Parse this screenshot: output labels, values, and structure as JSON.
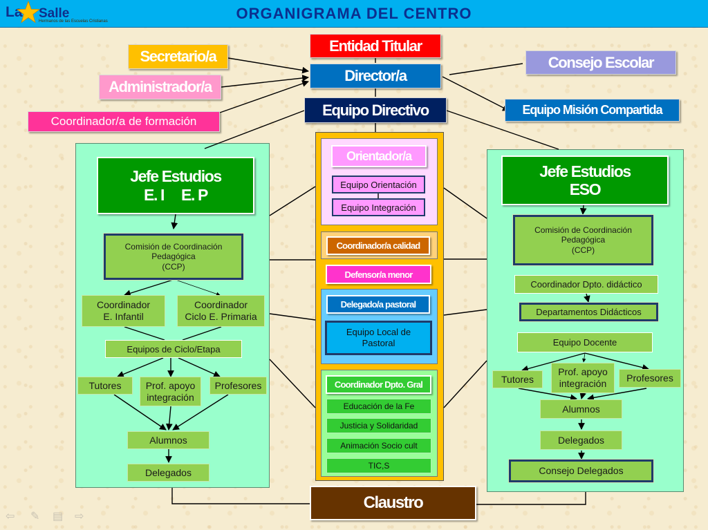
{
  "logo": {
    "la": "La",
    "salle": "Salle",
    "sub": "Hermanos de las Escuelas Cristianas"
  },
  "header": {
    "title": "ORGANIGRAMA DEL CENTRO"
  },
  "top": {
    "entidad": "Entidad Titular",
    "director": "Director/a",
    "equipo_directivo": "Equipo Directivo",
    "secretario": "Secretario/a",
    "administrador": "Administrador/a",
    "coord_formacion": "Coordinador/a de formación",
    "consejo": "Consejo Escolar",
    "mision": "Equipo Misión Compartida"
  },
  "left": {
    "jefe_line1": "Jefe Estudios",
    "jefe_line2": "E. I     E. P",
    "ccp_l1": "Comisión de Coordinación",
    "ccp_l2": "Pedagógica",
    "ccp_l3": "(CCP)",
    "coord_inf_l1": "Coordinador",
    "coord_inf_l2": "E. Infantil",
    "coord_pri_l1": "Coordinador",
    "coord_pri_l2": "Ciclo E. Primaria",
    "equipos": "Equipos de Ciclo/Etapa",
    "tutores": "Tutores",
    "prof_apoyo_l1": "Prof. apoyo",
    "prof_apoyo_l2": "integración",
    "profesores": "Profesores",
    "alumnos": "Alumnos",
    "delegados": "Delegados"
  },
  "center": {
    "orientador": "Orientador/a",
    "eq_orientacion": "Equipo Orientación",
    "eq_integracion": "Equipo Integración",
    "coord_calidad": "Coordinador/a calidad",
    "defensor": "Defensor/a menor",
    "delegado_pastoral": "Delegado/a pastoral",
    "eq_local_l1": "Equipo Local de",
    "eq_local_l2": "Pastoral",
    "coord_dpto": "Coordinador Dpto. Gral",
    "items": [
      "Educación de la Fe",
      "Justicia y Solidaridad",
      "Animación Socio cult",
      "TIC,S"
    ]
  },
  "right": {
    "jefe_line1": "Jefe Estudios",
    "jefe_line2": "ESO",
    "ccp_l1": "Comisión de Coordinación",
    "ccp_l2": "Pedagógica",
    "ccp_l3": "(CCP)",
    "coord_dpto": "Coordinador  Dpto. didáctico",
    "departamentos": "Departamentos Didácticos",
    "equipo_docente": "Equipo Docente",
    "tutores": "Tutores",
    "prof_apoyo_l1": "Prof. apoyo",
    "prof_apoyo_l2": "integración",
    "profesores": "Profesores",
    "alumnos": "Alumnos",
    "delegados": "Delegados",
    "consejo_delegados": "Consejo Delegados"
  },
  "bottom": {
    "claustro": "Claustro"
  },
  "nav_icons": [
    "back-arrow-icon",
    "pen-icon",
    "menu-icon",
    "forward-arrow-icon"
  ],
  "colors": {
    "header": "#00b0f0",
    "title": "#0c2f8e",
    "entidad": "#ff0000",
    "director": "#0070c0",
    "equipo_directivo": "#002060",
    "secretario": "#ffc000",
    "administrador": "#ff99cc",
    "coord_formacion": "#ff3399",
    "consejo": "#9999dd",
    "mision": "#0070c0",
    "jefe": "#009900",
    "panel": "#99ffcc",
    "lime": "#92d050",
    "center_frame": "#ffc000",
    "claustro": "#663300"
  }
}
